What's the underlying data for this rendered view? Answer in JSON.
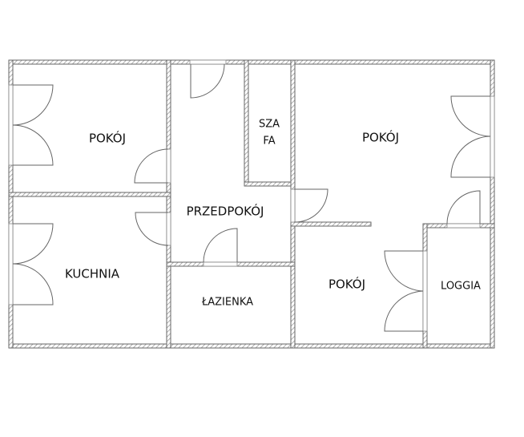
{
  "rooms": {
    "room_top_left": "POKÓJ",
    "wardrobe_line1": "SZA",
    "wardrobe_line2": "FA",
    "room_top_right": "POKÓJ",
    "hallway": "PRZEDPOKÓJ",
    "kitchen": "KUCHNIA",
    "bathroom": "ŁAZIENKA",
    "room_bottom_right": "POKÓJ",
    "loggia": "LOGGIA"
  },
  "colors": {
    "wall_stroke": "#666666",
    "hatch": "#9a9a9a",
    "text": "#111111"
  }
}
